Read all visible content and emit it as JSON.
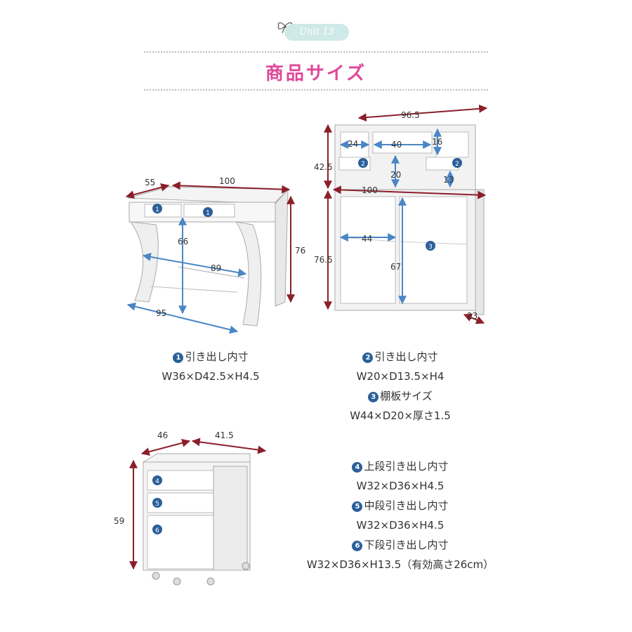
{
  "header": {
    "badge": "Unit 13",
    "title": "商品サイズ"
  },
  "desk": {
    "dims": {
      "depth": "55",
      "width_top": "100",
      "height": "76",
      "knee": "66",
      "inner": "89",
      "base": "95"
    },
    "markers": [
      "1",
      "1"
    ]
  },
  "hutch": {
    "dims": {
      "width_top": "96.5",
      "upper_h": "42.5",
      "cubby_w": "24",
      "mid_w": "40",
      "cubby_h": "16",
      "mid_h": "20",
      "drawer_h": "13",
      "width": "100",
      "lower_h": "76.5",
      "shelf_w": "44",
      "shelf_h": "67",
      "depth": "23"
    },
    "markers": [
      "2",
      "2",
      "3"
    ]
  },
  "wagon": {
    "dims": {
      "depth": "46",
      "width": "41.5",
      "height": "59"
    },
    "markers": [
      "4",
      "5",
      "6"
    ]
  },
  "specs": {
    "s1": {
      "num": "1",
      "title": "引き出し内寸",
      "dims": "W36×D42.5×H4.5"
    },
    "s2": {
      "num": "2",
      "title": "引き出し内寸",
      "dims": "W20×D13.5×H4"
    },
    "s3": {
      "num": "3",
      "title": "棚板サイズ",
      "dims": "W44×D20×厚さ1.5"
    },
    "s4": {
      "num": "4",
      "title": "上段引き出し内寸",
      "dims": "W32×D36×H4.5"
    },
    "s5": {
      "num": "5",
      "title": "中段引き出し内寸",
      "dims": "W32×D36×H4.5"
    },
    "s6": {
      "num": "6",
      "title": "下段引き出し内寸",
      "dims": "W32×D36×H13.5（有効高さ26cm）"
    }
  },
  "colors": {
    "title": "#e0479a",
    "badge": "#cfe9e9",
    "dimension_red": "#8b1f2a",
    "dimension_blue": "#4a86c5",
    "marker": "#2b5f99"
  }
}
